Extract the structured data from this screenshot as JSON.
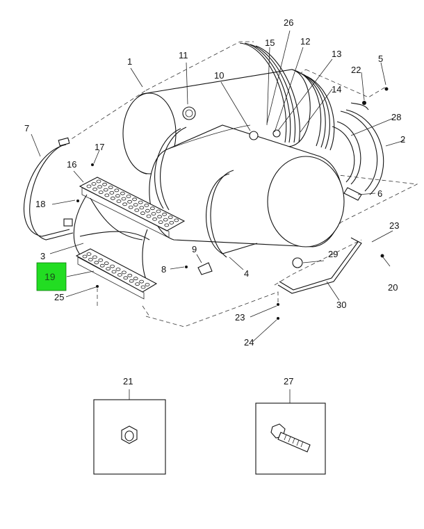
{
  "callouts": {
    "c1": "1",
    "c2": "2",
    "c3": "3",
    "c4": "4",
    "c5": "5",
    "c6": "6",
    "c7": "7",
    "c8": "8",
    "c9": "9",
    "c10": "10",
    "c11": "11",
    "c12": "12",
    "c13": "13",
    "c14": "14",
    "c15": "15",
    "c16": "16",
    "c17": "17",
    "c18": "18",
    "c19": "19",
    "c20": "20",
    "c21": "21",
    "c22": "22",
    "c23a": "23",
    "c23b": "23",
    "c24": "24",
    "c25": "25",
    "c26": "26",
    "c27": "27",
    "c28": "28",
    "c29": "29",
    "c30": "30"
  },
  "highlight": {
    "label": "19",
    "color": "#22dd22"
  }
}
